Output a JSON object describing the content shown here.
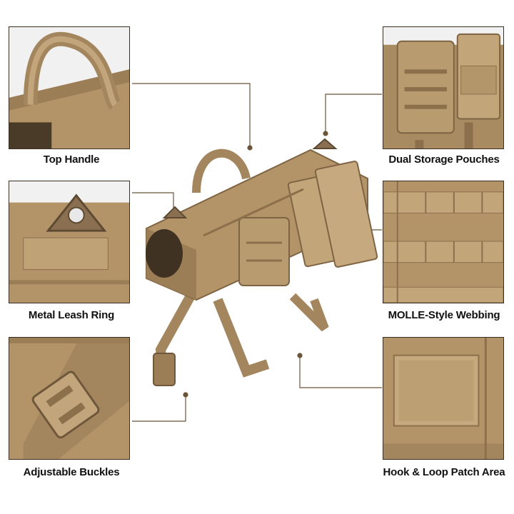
{
  "features": {
    "top_handle": {
      "label": "Top Handle"
    },
    "dual_storage_pouches": {
      "label": "Dual Storage Pouches"
    },
    "metal_leash_ring": {
      "label": "Metal Leash Ring"
    },
    "molle_webbing": {
      "label": "MOLLE-Style Webbing"
    },
    "adjustable_buckles": {
      "label": "Adjustable Buckles"
    },
    "hook_loop_patch": {
      "label": "Hook & Loop Patch Area"
    }
  },
  "colors": {
    "fabric": "#b39469",
    "fabric_dark": "#8c6f4b",
    "fabric_light": "#c9ad84",
    "frame": "#3a2f22",
    "callout_line": "#6b5438"
  }
}
